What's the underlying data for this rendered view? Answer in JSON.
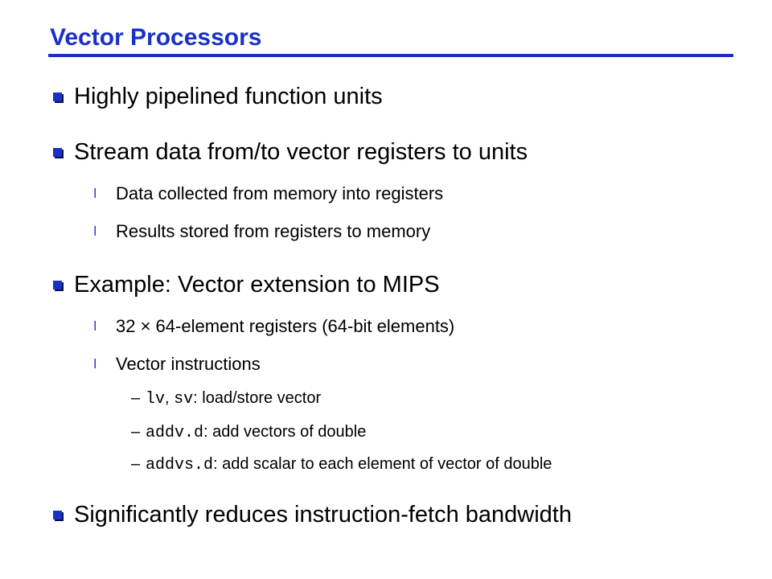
{
  "slide": {
    "title": "Vector Processors",
    "accent_color": "#1a31c8",
    "bullet_icon": "square-bullet",
    "sub_bullet_icon": "small-l-bullet",
    "items": [
      {
        "text": "Highly pipelined function units"
      },
      {
        "text": "Stream data from/to vector registers to units",
        "subitems": [
          {
            "text": "Data collected from memory into registers"
          },
          {
            "text": "Results stored from registers to memory"
          }
        ]
      },
      {
        "text": "Example: Vector extension to MIPS",
        "subitems": [
          {
            "text": "32 × 64-element registers (64-bit elements)"
          },
          {
            "text": "Vector instructions",
            "subitems": [
              {
                "dash": "–",
                "code": "lv",
                "sep": ", ",
                "code2": "sv",
                "rest": ": load/store vector"
              },
              {
                "dash": "–",
                "code": "addv.d",
                "rest": ": add vectors of double"
              },
              {
                "dash": "–",
                "code": "addvs.d",
                "rest": ": add scalar to each element of vector of double"
              }
            ]
          }
        ]
      },
      {
        "text": "Significantly reduces instruction-fetch bandwidth"
      }
    ]
  }
}
